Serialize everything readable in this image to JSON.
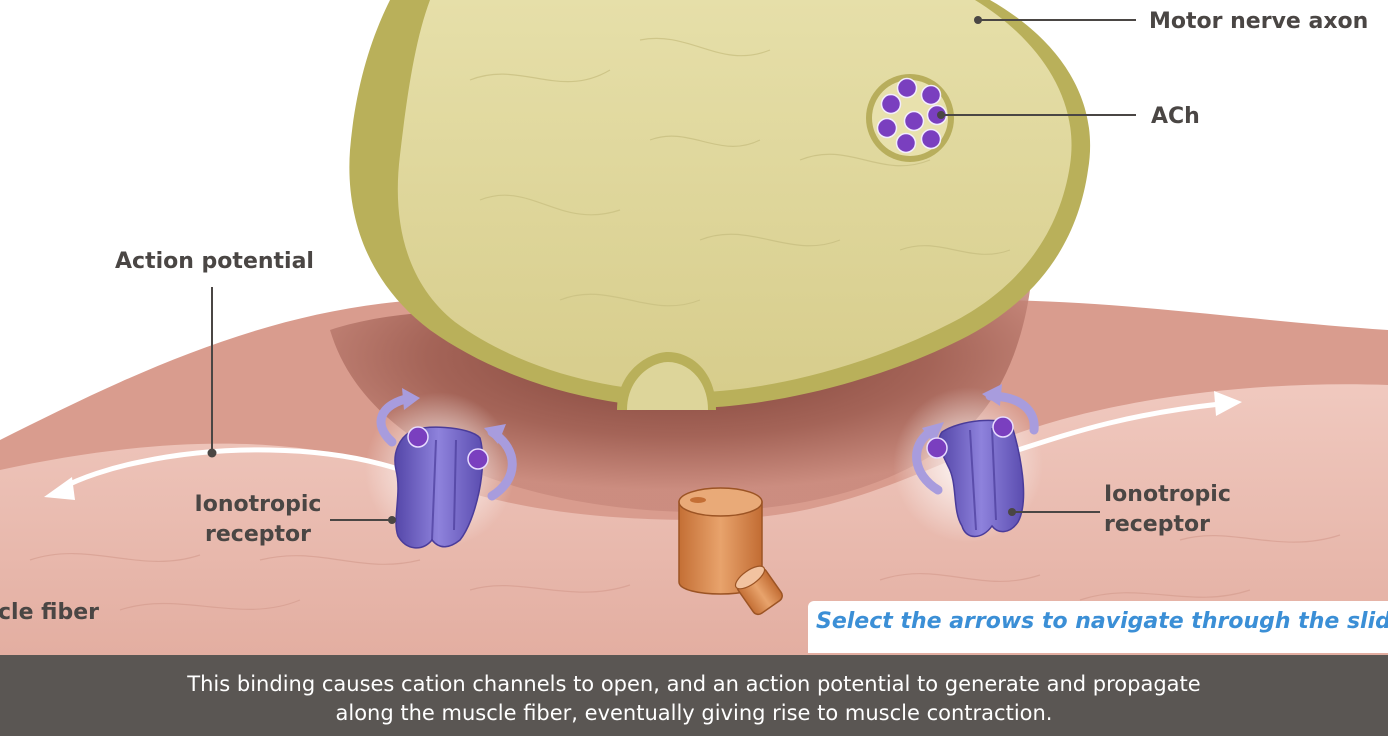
{
  "labels": {
    "motor_nerve_axon": "Motor nerve axon",
    "ach": "ACh",
    "action_potential": "Action potential",
    "ionotropic_receptor_left": "Ionotropic\nreceptor",
    "ionotropic_receptor_right": "Ionotropic\nreceptor",
    "muscle_fiber": "cle fiber"
  },
  "navigation_hint": "Select the arrows to navigate through the slides",
  "caption": "This binding causes cation channels to open, and an action potential to generate and propagate\nalong the muscle fiber, eventually giving rise to muscle contraction.",
  "colors": {
    "axon_fill": "#ddd59a",
    "axon_rim": "#b3aa54",
    "muscle_fill": "#e9b8ab",
    "cleft_fill": "#8e4d42",
    "vesicle_fill": "#7a3fbf",
    "receptor_fill": "#7867c9",
    "enzyme_fill": "#d4874e",
    "hint_text": "#3b8fd6",
    "caption_bg": "#5a5653"
  }
}
